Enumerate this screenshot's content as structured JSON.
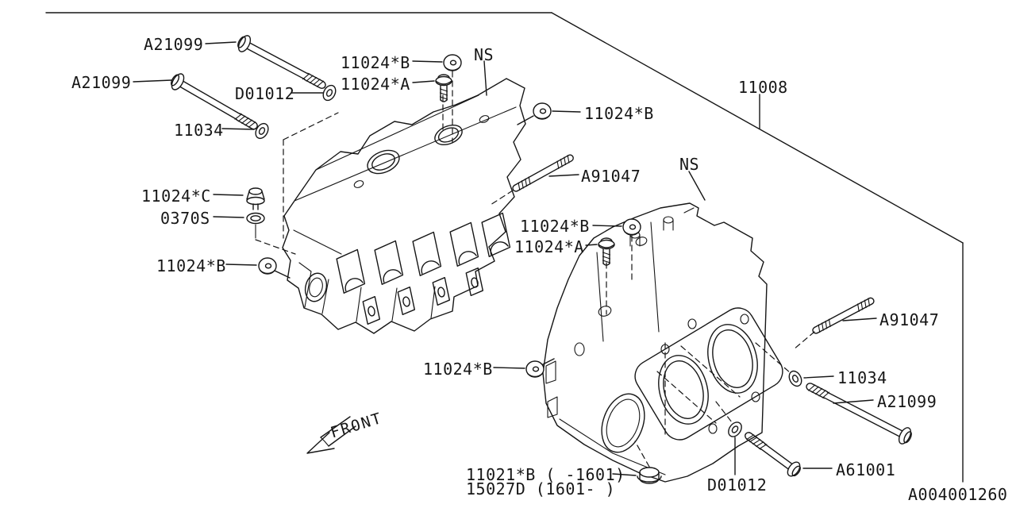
{
  "figure": {
    "type": "engine cylinder block exploded parts diagram",
    "drawing_code": "A004001260",
    "front_indicator": "FRONT"
  },
  "callouts": [
    {
      "text": "A21099"
    },
    {
      "text": "A21099"
    },
    {
      "text": "D01012"
    },
    {
      "text": "11034"
    },
    {
      "text": "11024*B"
    },
    {
      "text": "11024*A"
    },
    {
      "text": "NS"
    },
    {
      "text": "11024*B"
    },
    {
      "text": "11008"
    },
    {
      "text": "A91047"
    },
    {
      "text": "NS"
    },
    {
      "text": "11024*B"
    },
    {
      "text": "11024*A"
    },
    {
      "text": "11024*C"
    },
    {
      "text": "0370S"
    },
    {
      "text": "11024*B"
    },
    {
      "text": "11024*B"
    },
    {
      "text": "A91047"
    },
    {
      "text": "11034"
    },
    {
      "text": "A21099"
    },
    {
      "text": "A61001"
    },
    {
      "text": "11021*B ( -1601)"
    },
    {
      "text": "15027D (1601- )"
    },
    {
      "text": "D01012"
    }
  ],
  "colors": {
    "ink": "#161616",
    "paper": "#ffffff"
  }
}
